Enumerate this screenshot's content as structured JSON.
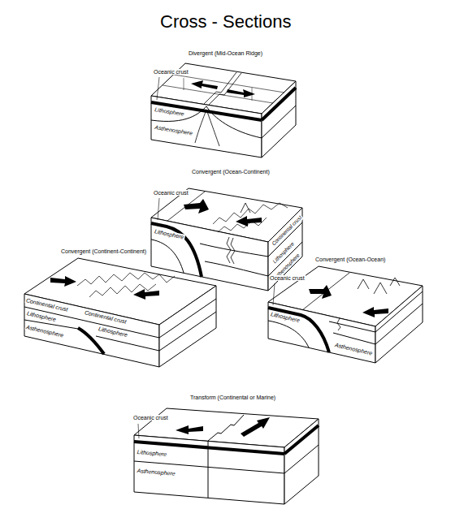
{
  "diagram": {
    "title": "Cross - Sections",
    "labels": [
      "Divergent (Mid-Ocean Ridge)",
      "Oceanic crust",
      "Lithosphere",
      "Asthenosphere",
      "Convergent (Ocean-Continent)",
      "Oceanic crust",
      "Lithosphere",
      "Continental crust",
      "Lithosphere",
      "Asthenosphere",
      "Convergent (Continent-Continent)",
      "Continental crust",
      "Lithosphere",
      "Asthenosphere",
      "Continental crust",
      "Lithosphere",
      "Convergent (Ocean-Ocean)",
      "Oceanic crust",
      "Lithosphere",
      "Asthenosphere",
      "Transform (Continental or Marine)",
      "Oceanic crust",
      "Lithosphere",
      "Asthenosphere"
    ]
  }
}
